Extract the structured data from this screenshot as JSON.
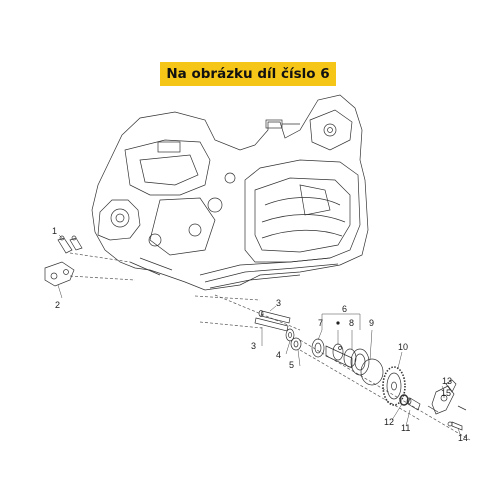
{
  "banner": {
    "text": "Na obrázku díl číslo 6"
  },
  "callouts": [
    {
      "id": "c1",
      "text": "1"
    },
    {
      "id": "c2",
      "text": "2"
    },
    {
      "id": "c3a",
      "text": "3"
    },
    {
      "id": "c3b",
      "text": "3"
    },
    {
      "id": "c4",
      "text": "4"
    },
    {
      "id": "c5",
      "text": "5"
    },
    {
      "id": "c6",
      "text": "6"
    },
    {
      "id": "c7",
      "text": "7"
    },
    {
      "id": "c8",
      "text": "8"
    },
    {
      "id": "c9",
      "text": "9"
    },
    {
      "id": "c10",
      "text": "10"
    },
    {
      "id": "c11",
      "text": "11"
    },
    {
      "id": "c12",
      "text": "12"
    },
    {
      "id": "c13",
      "text": "13"
    },
    {
      "id": "c14",
      "text": "14"
    },
    {
      "id": "c15",
      "text": "15"
    }
  ]
}
